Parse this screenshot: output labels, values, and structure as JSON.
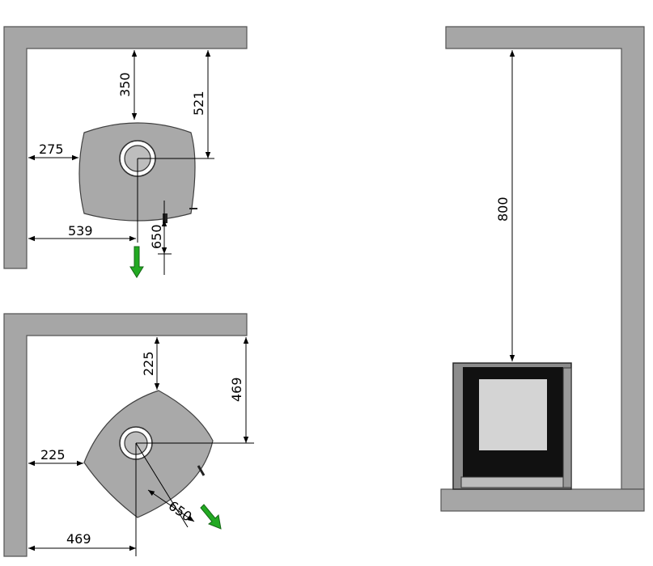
{
  "dimensions": {
    "top_view_1": {
      "wall_to_center_top": "350",
      "wall_to_center_top_outer": "521",
      "side_to_stove": "275",
      "side_to_center": "539",
      "front_clearance": "650"
    },
    "top_view_2": {
      "wall_to_stove_top": "225",
      "wall_to_center": "469",
      "side_to_stove": "225",
      "side_to_center": "469",
      "front_clearance": "650"
    },
    "front_view": {
      "height_clearance": "800"
    }
  },
  "colors": {
    "wall": "#a6a6a6",
    "stove": "#a9a9a9",
    "arrow": "#22aa22",
    "glass": "#111111"
  }
}
